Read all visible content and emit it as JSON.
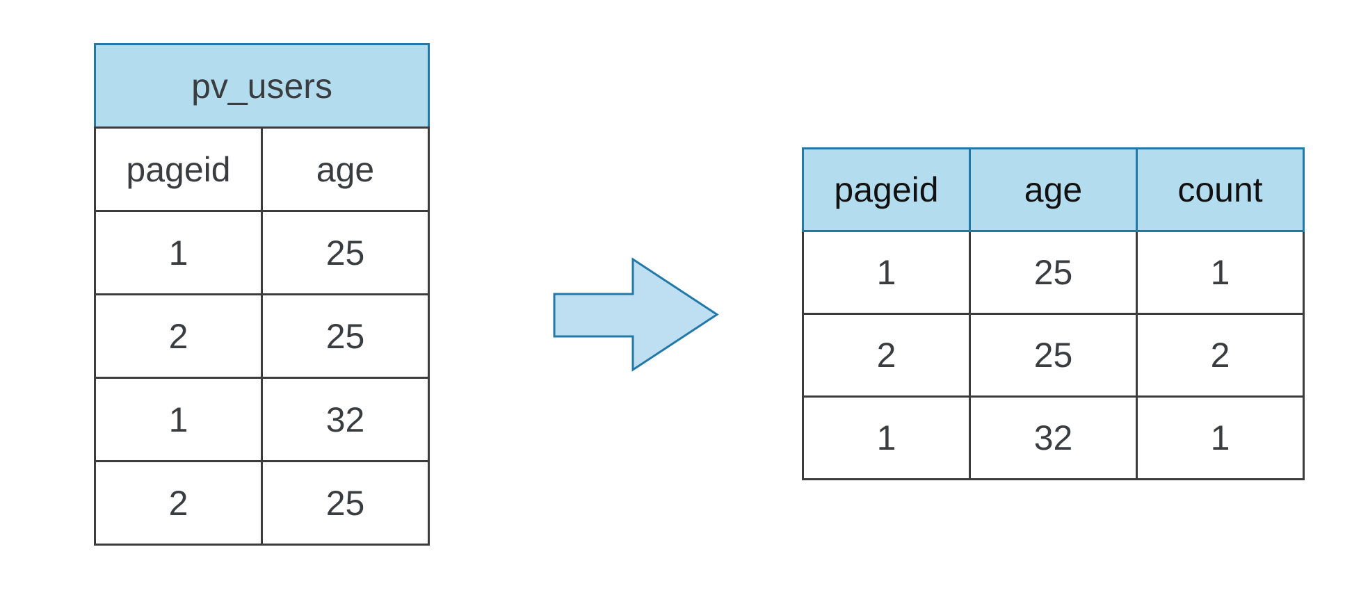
{
  "colors": {
    "background": "#FFFFFF",
    "accent_blue": "#2279A8",
    "header_fill": "#B4DCEF",
    "arrow_fill": "#BEDFF1",
    "grid": "#3C3C3C",
    "text_dark": "#3A3D40",
    "right_header_text": "#111111"
  },
  "left_table": {
    "title": "pv_users",
    "columns": [
      "pageid",
      "age"
    ],
    "rows": [
      [
        "1",
        "25"
      ],
      [
        "2",
        "25"
      ],
      [
        "1",
        "32"
      ],
      [
        "2",
        "25"
      ]
    ]
  },
  "arrow": {
    "icon": "right-block-arrow",
    "fill": "#BEDFF1",
    "stroke": "#2279A8"
  },
  "right_table": {
    "columns": [
      "pageid",
      "age",
      "count"
    ],
    "rows": [
      [
        "1",
        "25",
        "1"
      ],
      [
        "2",
        "25",
        "2"
      ],
      [
        "1",
        "32",
        "1"
      ]
    ]
  }
}
